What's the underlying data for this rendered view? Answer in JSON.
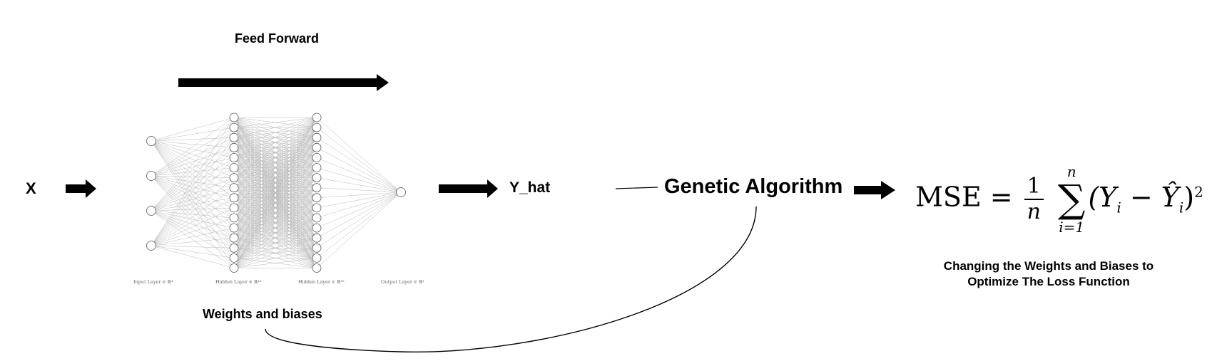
{
  "labels": {
    "input": "X",
    "feed_forward": "Feed Forward",
    "output": "Y_hat",
    "genetic_algorithm": "Genetic Algorithm",
    "weights_and_biases": "Weights and biases",
    "caption_line1": "Changing the Weights and Biases to",
    "caption_line2": "Optimize The Loss Function"
  },
  "layer_labels": [
    "Input Layer ∈ ℝ⁴",
    "Hidden Layer ∈ ℝ¹⁶",
    "Hidden Layer ∈ ℝ¹⁶",
    "Output Layer ∈ ℝ¹"
  ],
  "network": {
    "layer_sizes": [
      4,
      16,
      16,
      1
    ]
  },
  "formula": {
    "lhs": "MSE",
    "equals": "=",
    "frac_num": "1",
    "frac_den": "n",
    "sum_upper": "n",
    "sum_symbol": "∑",
    "sum_lower": "i=1",
    "body": "(Y",
    "sub_i": "i",
    "minus": " − ",
    "yhat": "Ŷ",
    "sub_i2": "i",
    "close": ")",
    "power": "2"
  },
  "colors": {
    "line": "#000000",
    "edge": "#b8b8b8",
    "node_stroke": "#555555"
  }
}
